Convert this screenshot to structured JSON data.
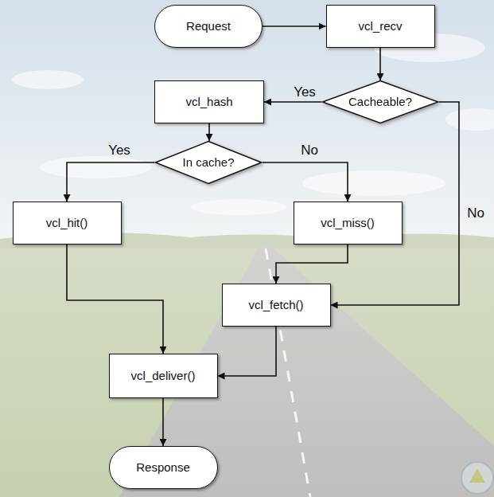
{
  "diagram": {
    "nodes": [
      {
        "text": [
          "Request"
        ]
      },
      {
        "text": [
          "vcl_recv"
        ]
      },
      {
        "text": [
          "vcl_hash"
        ]
      },
      {
        "text": [
          "Cacheable?"
        ]
      },
      {
        "text": [
          "In cache?"
        ]
      },
      {
        "text": [
          "vcl_hit()"
        ]
      },
      {
        "text": [
          "vcl_miss()"
        ]
      },
      {
        "text": [
          "vcl_fetch()"
        ]
      },
      {
        "text": [
          "vcl_deliver()"
        ]
      },
      {
        "text": [
          "Response"
        ]
      }
    ],
    "edges": [
      {
        "from": 0,
        "to": 1,
        "arrow": "to"
      },
      {
        "from": 1,
        "to": 3,
        "arrow": "to"
      },
      {
        "from": 3,
        "to": 2,
        "arrow": "to",
        "label": "Yes"
      },
      {
        "from": 3,
        "to": 7,
        "arrow": "to",
        "label": "No"
      },
      {
        "from": 2,
        "to": 4,
        "arrow": "to"
      },
      {
        "from": 4,
        "to": 5,
        "arrow": "to",
        "label": "Yes"
      },
      {
        "from": 4,
        "to": 6,
        "arrow": "to",
        "label": "No"
      },
      {
        "from": 6,
        "to": 7,
        "arrow": "to"
      },
      {
        "from": 5,
        "to": 8,
        "arrow": "to"
      },
      {
        "from": 7,
        "to": 8,
        "arrow": "to"
      },
      {
        "from": 8,
        "to": 9,
        "arrow": "to"
      }
    ]
  }
}
